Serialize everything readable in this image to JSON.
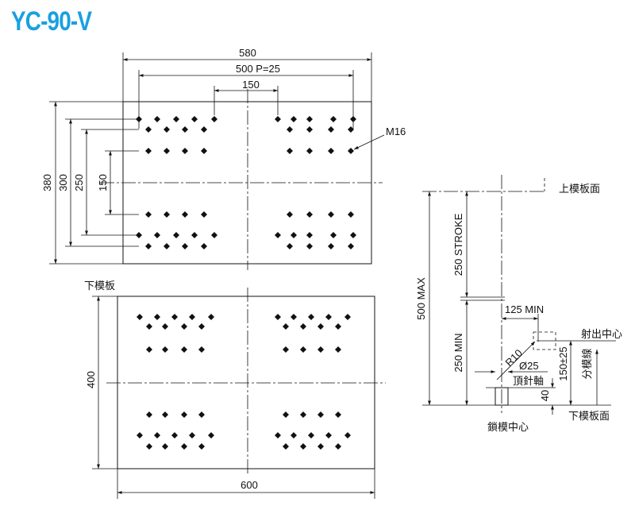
{
  "title": "YC-90-V",
  "upper_platen": {
    "dims": {
      "width": "580",
      "pitch": "500 P=25",
      "center_gap": "150",
      "height": "380",
      "h300": "300",
      "h250": "250",
      "h150": "150"
    },
    "thread_label": "M16"
  },
  "lower_platen": {
    "label": "下模板",
    "dims": {
      "height": "400",
      "width": "600"
    }
  },
  "side_view": {
    "labels": {
      "upper_face": "上模板面",
      "lower_face": "下模板面",
      "injection_center": "射出中心",
      "parting_line": "分模線",
      "ejector_rod": "頂針軸",
      "locking_center": "鎖模中心"
    },
    "dims": {
      "max_opening": "500 MAX",
      "stroke": "250 STROKE",
      "min_height": "250 MIN",
      "offset_min": "125 MIN",
      "radius": "R10",
      "diameter": "Ø25",
      "injection_height": "150±25",
      "ejector_gap": "40"
    }
  }
}
